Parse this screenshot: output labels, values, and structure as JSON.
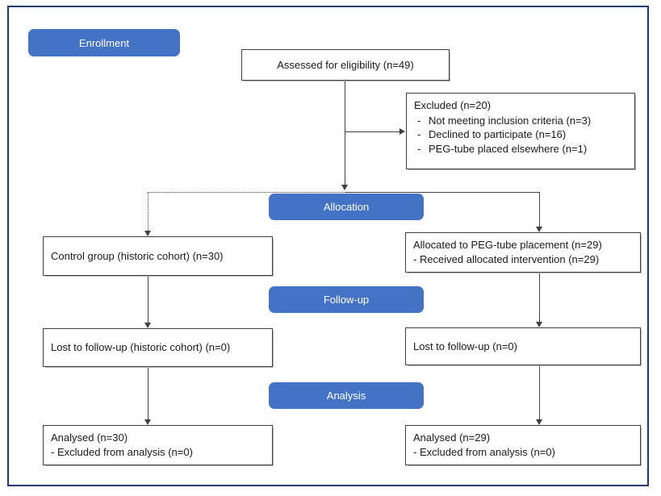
{
  "stages": [
    {
      "label": "Enrollment"
    },
    {
      "label": "Allocation"
    },
    {
      "label": "Follow-up"
    },
    {
      "label": "Analysis"
    }
  ],
  "boxes": {
    "assessed": {
      "text": "Assessed for eligibility (n=49)"
    },
    "excluded": {
      "title": "Excluded (n=20)",
      "bullet": "-",
      "items": [
        "Not meeting inclusion criteria (n=3)",
        "Declined to participate (n=16)",
        "PEG-tube placed elsewhere (n=1)"
      ]
    },
    "control": {
      "lines": [
        "Control group (historic cohort) (n=30)"
      ]
    },
    "allocated": {
      "lines": [
        "Allocated to PEG-tube placement (n=29)",
        "- Received allocated intervention (n=29)"
      ]
    },
    "lost_control": {
      "lines": [
        "Lost to follow-up (historic cohort) (n=0)"
      ]
    },
    "lost_intervention": {
      "lines": [
        "Lost to follow-up (n=0)"
      ]
    },
    "analysed_control": {
      "lines": [
        "Analysed (n=30)",
        "- Excluded from analysis (n=0)"
      ]
    },
    "analysed_intervention": {
      "lines": [
        "Analysed (n=29)",
        "- Excluded from analysis (n=0)"
      ]
    }
  },
  "colors": {
    "stage_fill": "#4472C4",
    "stage_text": "#ffffff",
    "box_border": "#404040",
    "frame_border": "#1e3a6e",
    "arrow": "#404040"
  }
}
